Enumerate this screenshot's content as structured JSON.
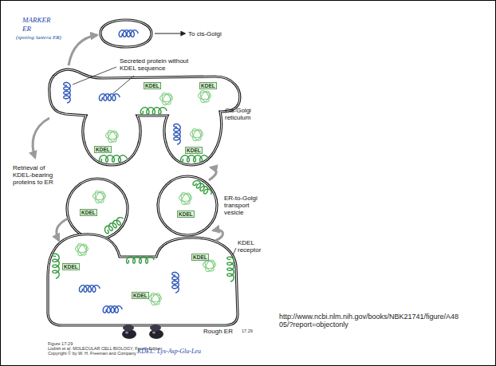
{
  "diagram": {
    "labels": [
      "MARKER",
      "ER",
      "(spoting lasiera ER)",
      "To cis-Golgi",
      "Secreted protein without KDEL sequence",
      "KDEL",
      "KDEL",
      "KDEL",
      "KDEL",
      "Cis-Golgi reticulum",
      "Retrieval of KDEL-bearing proteins to ER",
      "KDEL",
      "KDEL",
      "ER-to-Golgi transport vesicle",
      "KDEL receptor",
      "KDEL",
      "KDEL",
      "KDEL",
      "Rough ER",
      "17.29",
      "Figure 17-29",
      "Lodish et al. MOLECULAR CELL BIOLOGY, Fourth Edition",
      "Copyright © by W. H. Freeman and Company",
      "KDEL: Lys-Asp-Glu-Leu",
      "http://www.ncbi.nlm.nih.gov/books/NBK21741/figure/A4805/?report=objectonly"
    ]
  }
}
